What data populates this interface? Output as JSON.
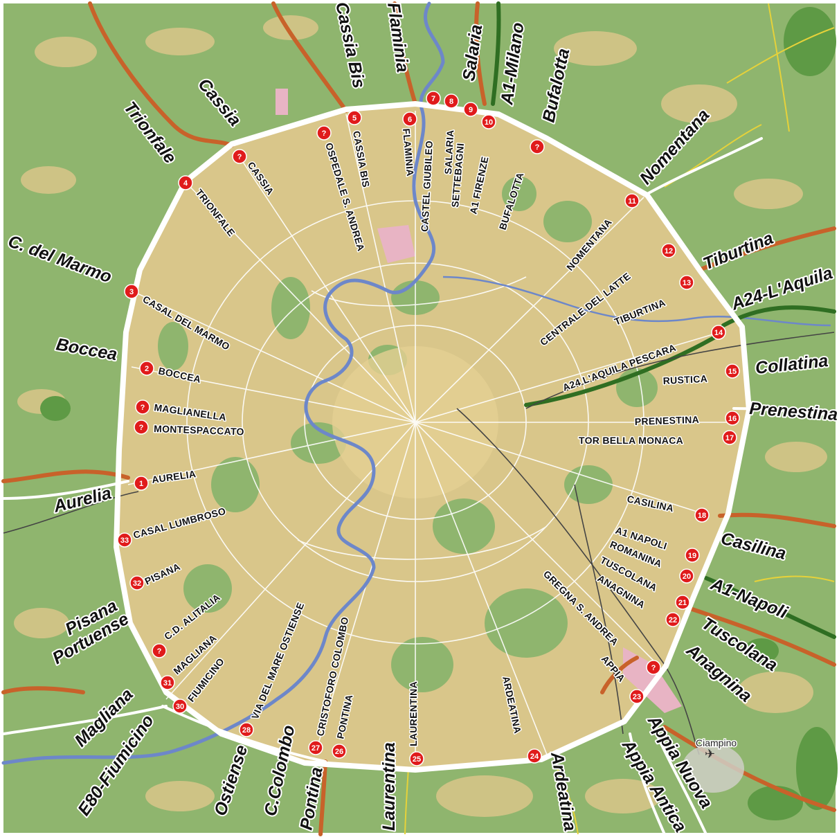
{
  "colors": {
    "land": "#8fb56e",
    "urban": "#d9c68a",
    "forest": "#5e9a45",
    "river": "#6d87c9",
    "ring": "#ffffff",
    "motorway": "#3a7a2a",
    "primary": "#c8622a",
    "marker": "#e01b1b"
  },
  "airport": {
    "label": "Ciampino",
    "icon": "airplane-icon"
  },
  "road_labels": [
    "Cassia Bis",
    "Flaminia",
    "Salaria",
    "A1-Milano",
    "Bufalotta",
    "Cassia",
    "Trionfale",
    "Nomentana",
    "C. del Marmo",
    "Tiburtina",
    "A24-L'Aquila",
    "Boccea",
    "Collatina",
    "Prenestina",
    "Aurelia",
    "Casilina",
    "A1-Napoli",
    "Pisana",
    "Tuscolana",
    "Portuense",
    "Anagnina",
    "Magliana",
    "E80-Fiumicino",
    "Ostiense",
    "C.Colombo",
    "Pontina",
    "Laurentina",
    "Ardeatina",
    "Appia Nuova",
    "Appia Antica"
  ],
  "exits": [
    {
      "num": "1",
      "label": "AURELIA"
    },
    {
      "num": "2",
      "label": "BOCCEA"
    },
    {
      "num": "3",
      "label": "CASAL DEL MARMO"
    },
    {
      "num": "4",
      "label": "TRIONFALE"
    },
    {
      "num": "?",
      "label": "CASSIA"
    },
    {
      "num": "?",
      "label": "OSPEDALE S. ANDREA"
    },
    {
      "num": "5",
      "label": "CASSIA BIS"
    },
    {
      "num": "6",
      "label": "FLAMINIA"
    },
    {
      "num": "7",
      "label": "CASTEL GIUBILEO"
    },
    {
      "num": "8",
      "label": "SALARIA"
    },
    {
      "num": "9",
      "label": "SETTEBAGNI"
    },
    {
      "num": "10",
      "label": "A1 FIRENZE"
    },
    {
      "num": "?",
      "label": "BUFALOTTA"
    },
    {
      "num": "11",
      "label": "NOMENTANA"
    },
    {
      "num": "12",
      "label": "CENTRALE DEL LATTE"
    },
    {
      "num": "13",
      "label": "TIBURTINA"
    },
    {
      "num": "14",
      "label": "A24 L'AQUILA PESCARA"
    },
    {
      "num": "15",
      "label": "RUSTICA"
    },
    {
      "num": "16",
      "label": "PRENESTINA"
    },
    {
      "num": "17",
      "label": "TOR BELLA MONACA"
    },
    {
      "num": "18",
      "label": "CASILINA"
    },
    {
      "num": "19",
      "label": "A1 NAPOLI"
    },
    {
      "num": "20",
      "label": "ROMANINA"
    },
    {
      "num": "21",
      "label": "TUSCOLANA"
    },
    {
      "num": "22",
      "label": "ANAGNINA"
    },
    {
      "num": "?",
      "label": "GREGNA S. ANDREA"
    },
    {
      "num": "23",
      "label": "APPIA"
    },
    {
      "num": "24",
      "label": "ARDEATINA"
    },
    {
      "num": "25",
      "label": "LAURENTINA"
    },
    {
      "num": "26",
      "label": "PONTINA"
    },
    {
      "num": "27",
      "label": "CRISTOFORO COLOMBO"
    },
    {
      "num": "28",
      "label": "VIA DEL MARE OSTIENSE"
    },
    {
      "num": "30",
      "label": "FIUMICINO"
    },
    {
      "num": "31",
      "label": "MAGLIANA"
    },
    {
      "num": "?",
      "label": "C.D. ALITALIA"
    },
    {
      "num": "32",
      "label": "PISANA"
    },
    {
      "num": "33",
      "label": "CASAL LUMBROSO"
    },
    {
      "num": "?",
      "label": "MAGLIANELLA"
    },
    {
      "num": "?",
      "label": "MONTESPACCATO"
    }
  ]
}
